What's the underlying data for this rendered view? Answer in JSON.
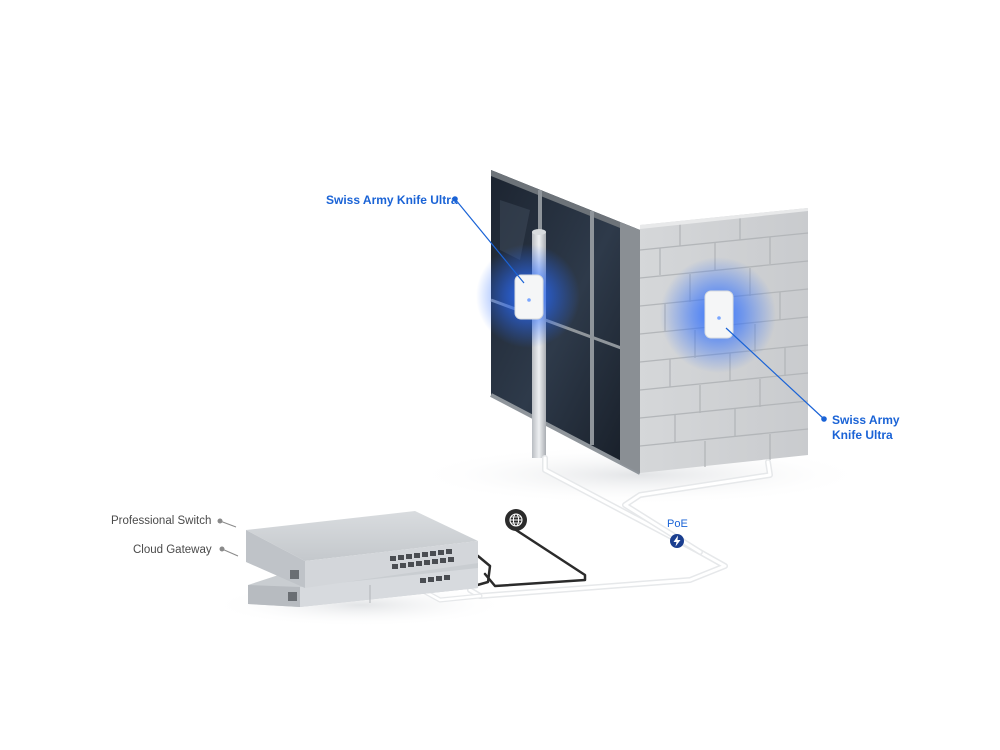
{
  "labels": {
    "access_point_top": "Swiss Army Knife Ultra",
    "access_point_right_line1": "Swiss Army",
    "access_point_right_line2": "Knife Ultra",
    "switch": "Professional Switch",
    "gateway": "Cloud Gateway",
    "poe": "PoE"
  },
  "icons": {
    "internet": "globe-icon",
    "poe": "lightning-bolt-icon"
  },
  "colors": {
    "accent": "#1a63d6",
    "glow": "#2a6cff",
    "label_gray": "#4a4a4a"
  }
}
